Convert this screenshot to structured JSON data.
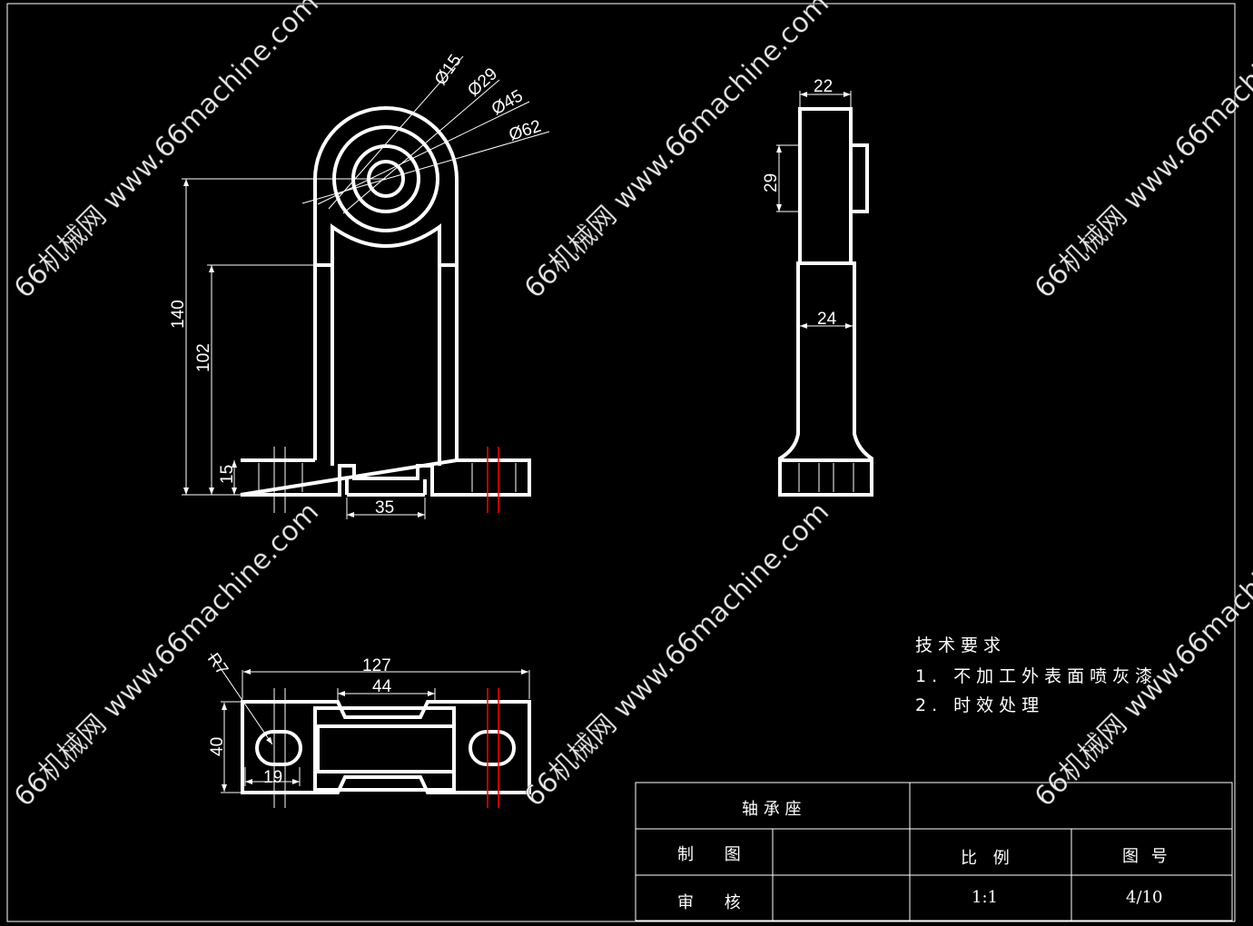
{
  "watermark": "66机械网 www.66machine.com",
  "front_view": {
    "diameters": [
      "Ø15",
      "Ø29",
      "Ø45",
      "Ø62"
    ],
    "dims": {
      "overall_height": "140",
      "center_height": "102",
      "base_height": "15",
      "notch_width": "35"
    }
  },
  "side_view": {
    "dims": {
      "top_width": "22",
      "boss_height": "29",
      "web_width": "24"
    }
  },
  "top_view": {
    "dims": {
      "length": "127",
      "middle": "44",
      "width": "40",
      "slot": "19",
      "radius": "R7"
    }
  },
  "tech_requirements": {
    "title": "技术要求",
    "items": [
      "1. 不加工外表面喷灰漆",
      "2. 时效处理"
    ]
  },
  "title_block": {
    "part_name": "轴 承 座",
    "drawn_label": "制 图",
    "checked_label": "审 核",
    "scale_label": "比 例",
    "scale_value": "1:1",
    "drawing_no_label": "图 号",
    "drawing_no_value": "4/10"
  }
}
